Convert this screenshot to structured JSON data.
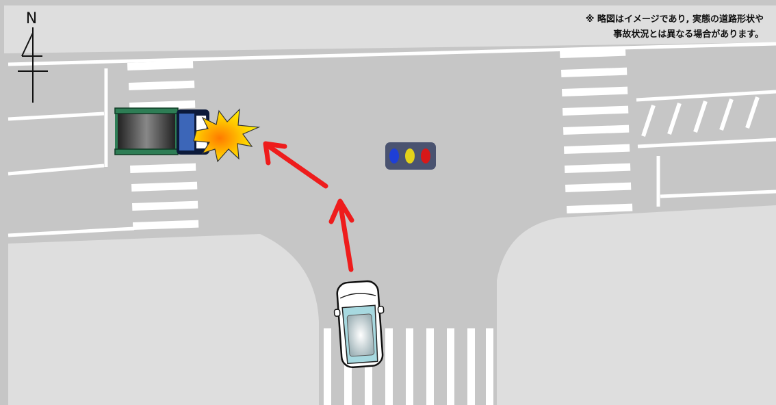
{
  "compass": {
    "label": "N"
  },
  "disclaimer": {
    "line1": "※ 略図はイメージであり, 実態の道路形状や",
    "line2": "事故状況とは異なる場合があります。"
  },
  "traffic_light": {
    "colors": [
      "#1e3fd6",
      "#e3d21a",
      "#d81818"
    ],
    "housing_color": "#4a5370"
  },
  "arrow_color": "#ee1c1c",
  "road_color": "#c6c6c6",
  "sidewalk_color": "#dedede",
  "truck": {
    "cargo_color": "#2e7d55",
    "cab_color": "#0c1a3a"
  },
  "car": {
    "body_color": "#ffffff",
    "glass_color": "#a7d9e0"
  },
  "impact": {
    "outer_color": "#ffee00",
    "inner_color": "#ff8c00"
  }
}
